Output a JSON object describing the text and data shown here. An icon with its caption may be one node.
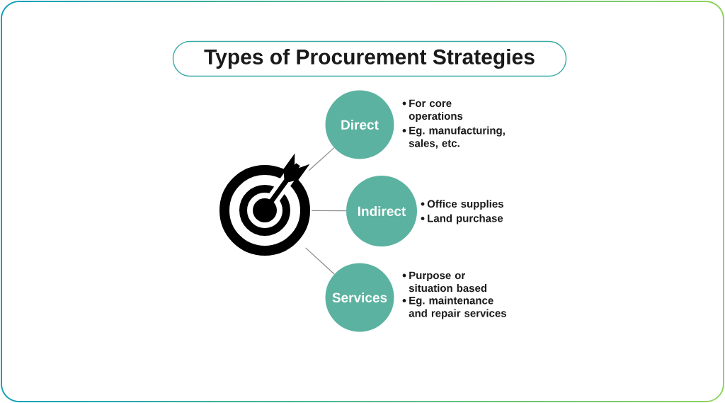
{
  "diagram": {
    "title": "Types of Procurement Strategies",
    "nodes": [
      {
        "text": [],
        "shape": "picture"
      },
      {
        "text": [
          "Direct"
        ],
        "beside": [
          "For core operations",
          "Eg. manufacturing, sales, etc."
        ]
      },
      {
        "text": [
          "Indirect"
        ],
        "beside": [
          "Office supplies",
          "Land purchase"
        ]
      },
      {
        "text": [
          "Services"
        ],
        "beside": [
          "Purpose or situation based",
          "Eg. maintenance and repair services"
        ]
      }
    ],
    "edges": [
      {
        "from": 0,
        "to": 1,
        "arrow": "none"
      },
      {
        "from": 0,
        "to": 2,
        "arrow": "none"
      },
      {
        "from": 0,
        "to": 3,
        "arrow": "none"
      }
    ]
  }
}
